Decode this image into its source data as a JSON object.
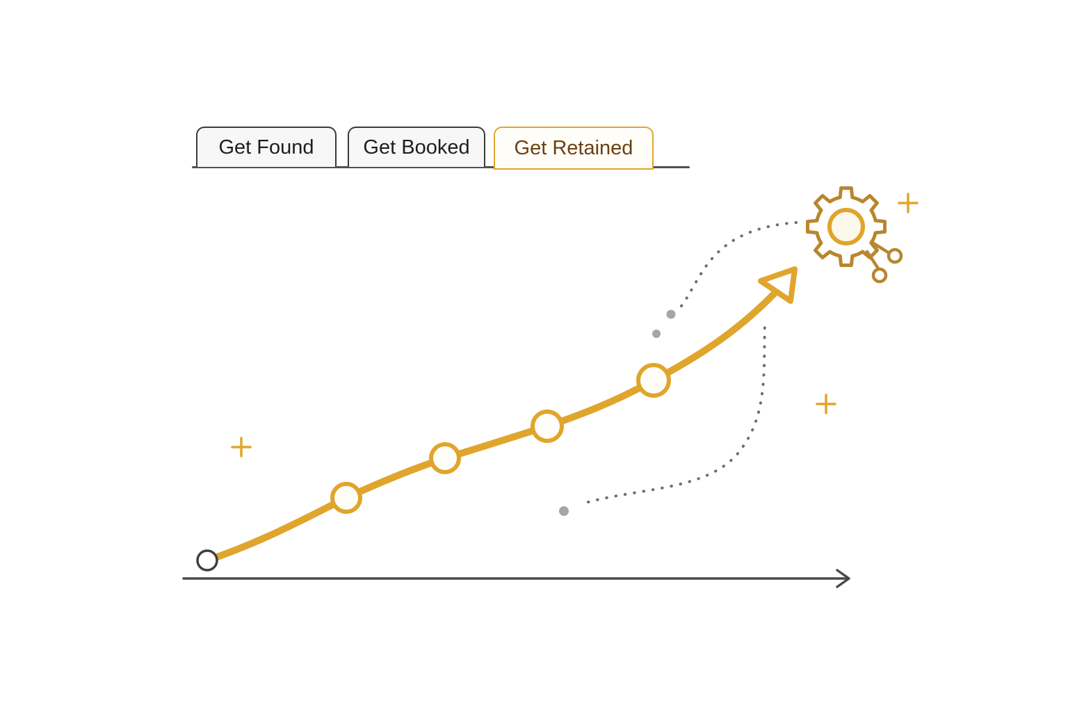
{
  "tabs": [
    {
      "label": "Get Found",
      "active": false
    },
    {
      "label": "Get Booked",
      "active": false
    },
    {
      "label": "Get Retained",
      "active": true
    }
  ],
  "colors": {
    "accent": "#e0a52c",
    "gear": "#b8862e",
    "axis": "#4a4a4a",
    "dots": "#6e6e6e",
    "start_node": "#3f3f3f",
    "active_tab_text": "#6b3f10"
  },
  "icons": [
    "gear-icon",
    "plus-icon",
    "arrow-head-icon"
  ]
}
